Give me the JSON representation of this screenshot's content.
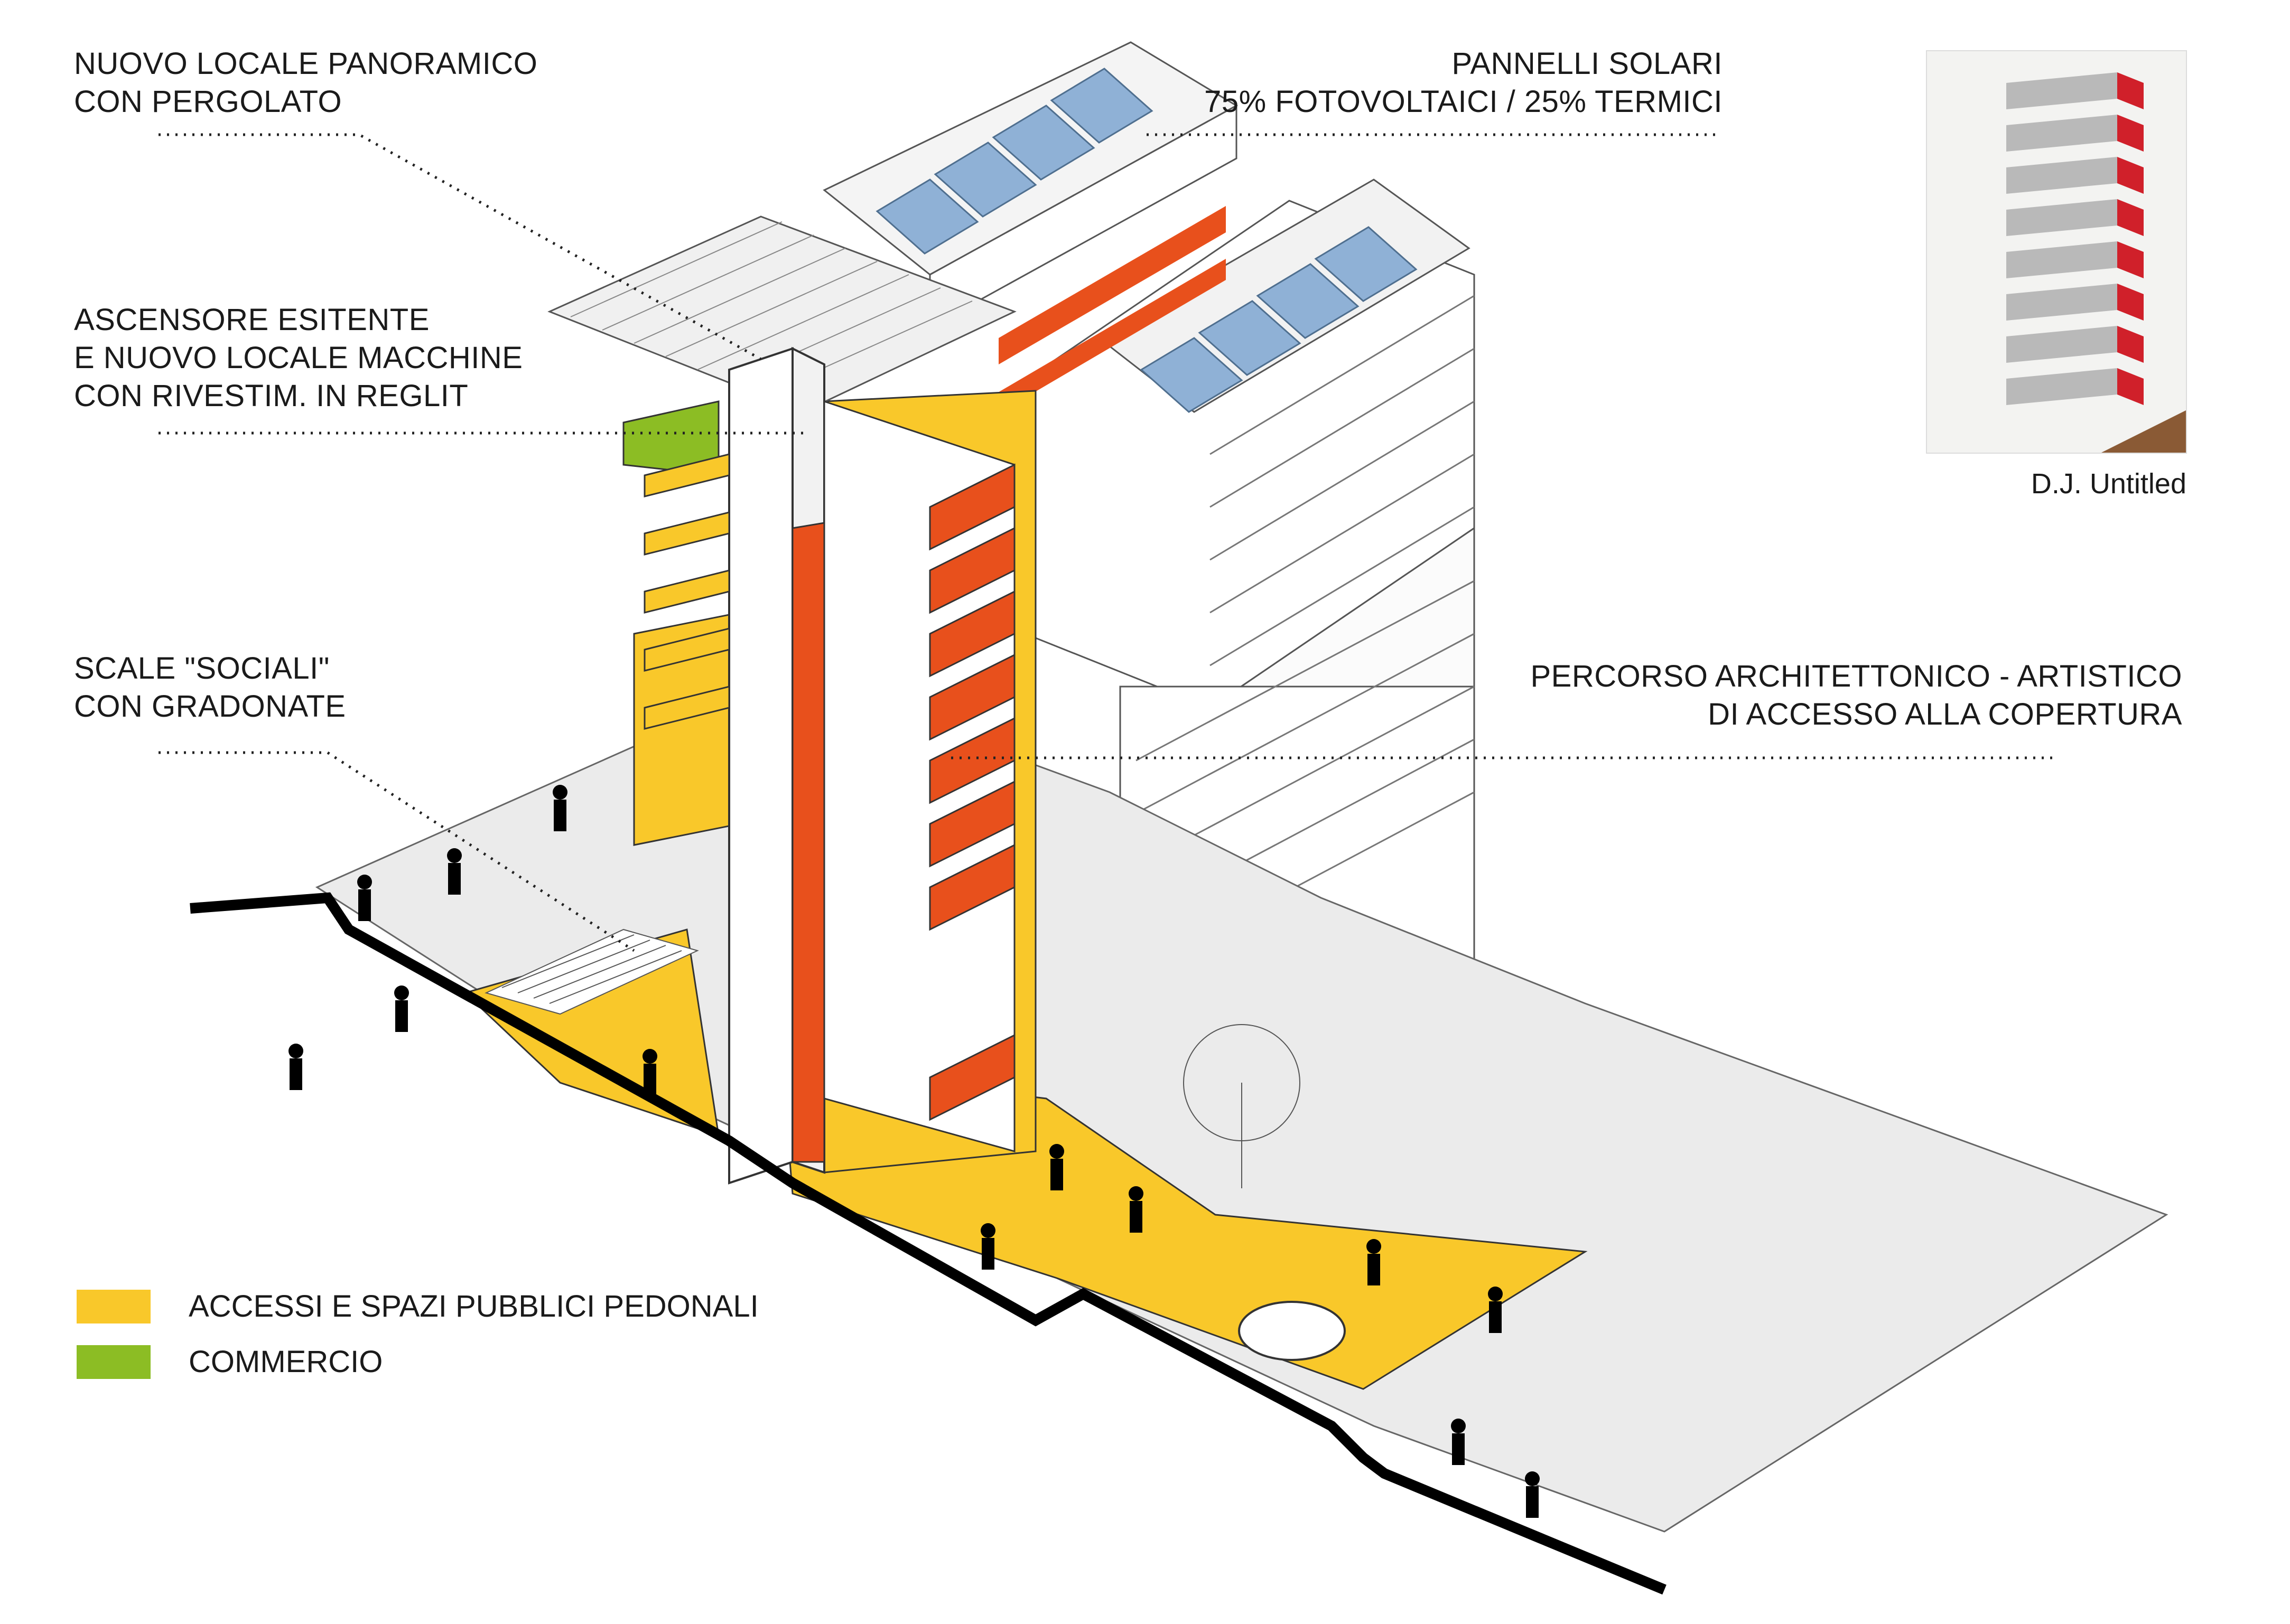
{
  "annotations": {
    "top_left": [
      "NUOVO LOCALE PANORAMICO",
      "CON PERGOLATO"
    ],
    "top_right": [
      "PANNELLI SOLARI",
      "75% FOTOVOLTAICI / 25% TERMICI"
    ],
    "mid_left": [
      "ASCENSORE ESITENTE",
      "E NUOVO LOCALE MACCHINE",
      "CON RIVESTIM. IN REGLIT"
    ],
    "lower_left": [
      "SCALE \"SOCIALI\"",
      "CON GRADONATE"
    ],
    "right": [
      "PERCORSO ARCHITETTONICO - ARTISTICO",
      "DI ACCESSO ALLA COPERTURA"
    ]
  },
  "legend": [
    {
      "label": "ACCESSI E SPAZI PUBBLICI PEDONALI",
      "color": "#f9c82a"
    },
    {
      "label": "COMMERCIO",
      "color": "#8cbd24"
    }
  ],
  "reference": {
    "caption": "D.J. Untitled"
  },
  "colors": {
    "public_space": "#f9c82a",
    "commerce": "#8cbd24",
    "accent_red": "#e8501c",
    "solar_panel": "#8fb1d6",
    "ground_grey": "#e6e6e6",
    "ground_line": "#000000",
    "building_white": "#ffffff",
    "line": "#555555"
  }
}
